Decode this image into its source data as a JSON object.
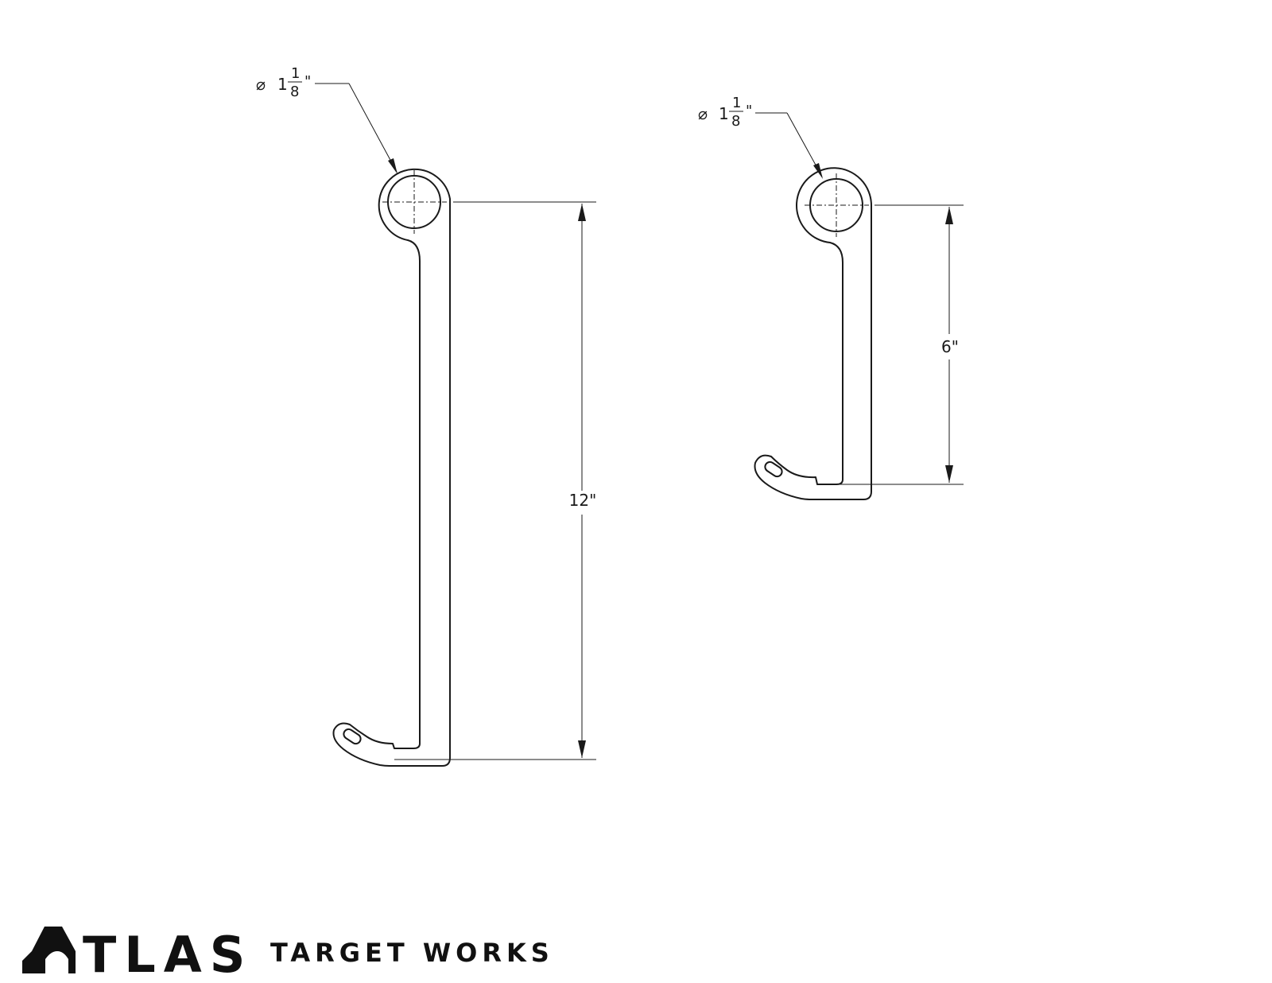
{
  "dimensions": {
    "large": {
      "diameter": {
        "symbol": "⌀",
        "whole": "1",
        "numerator": "1",
        "denominator": "8",
        "unit": "\""
      },
      "length": "12\""
    },
    "small": {
      "diameter": {
        "symbol": "⌀",
        "whole": "1",
        "numerator": "1",
        "denominator": "8",
        "unit": "\""
      },
      "length": "6\""
    }
  },
  "brand": {
    "name_initial": "A",
    "name_rest": "TLAS",
    "subtitle": "TARGET WORKS"
  },
  "colors": {
    "line": "#1a1a1a",
    "background": "#ffffff"
  }
}
